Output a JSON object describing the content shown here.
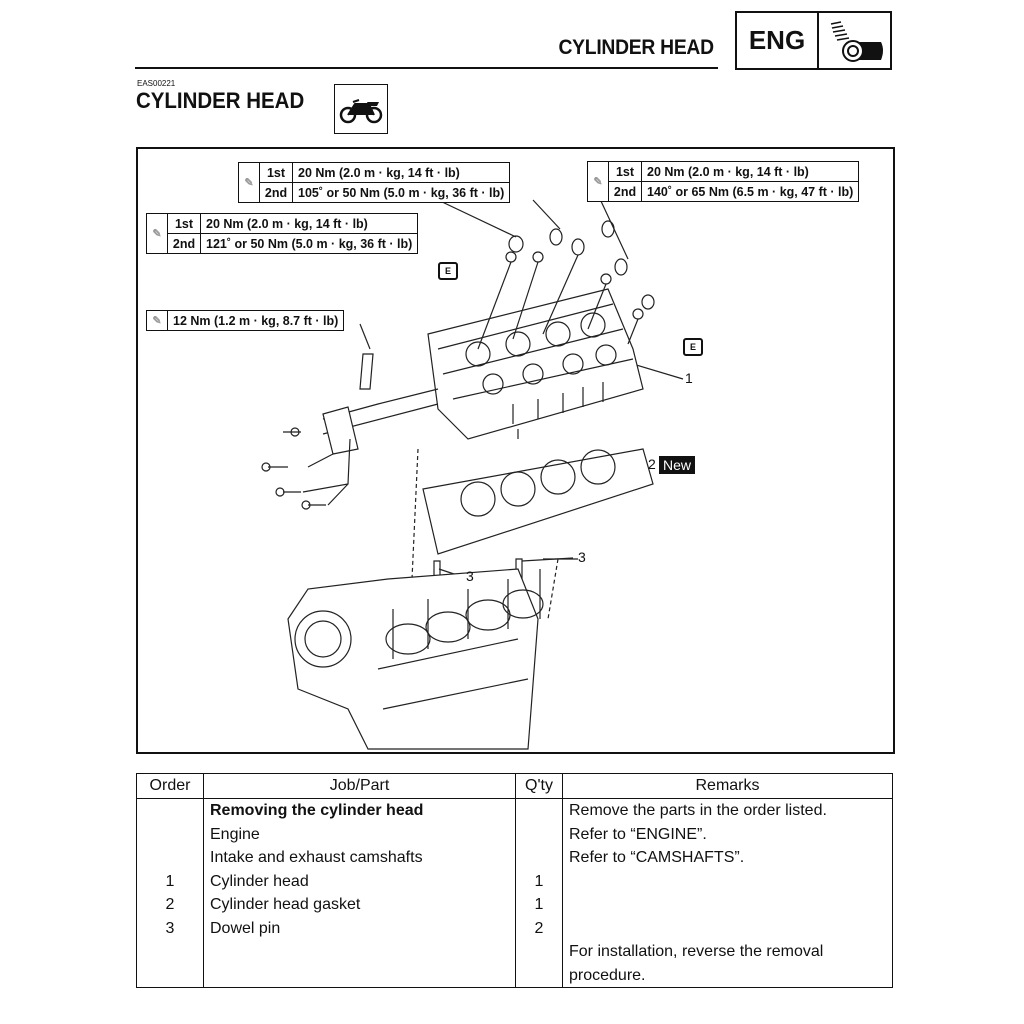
{
  "header": {
    "title": "CYLINDER HEAD",
    "section_badge": "ENG",
    "section_icon": "engine-icon"
  },
  "section": {
    "code": "EAS00221",
    "title": "CYLINDER HEAD",
    "icon": "motorcycle-icon"
  },
  "figure": {
    "torque_specs": [
      {
        "rows": [
          {
            "step": "1st",
            "value": "20 Nm (2.0 m · kg, 14 ft · lb)"
          },
          {
            "step": "2nd",
            "value": "105˚ or 50 Nm (5.0 m · kg, 36  ft · lb)"
          }
        ]
      },
      {
        "rows": [
          {
            "step": "1st",
            "value": "20 Nm (2.0 m · kg, 14 ft · lb)"
          },
          {
            "step": "2nd",
            "value": "140˚ or 65 Nm (6.5 m · kg, 47  ft · lb)"
          }
        ]
      },
      {
        "rows": [
          {
            "step": "1st",
            "value": "20 Nm (2.0 m · kg, 14 ft · lb)"
          },
          {
            "step": "2nd",
            "value": "121˚ or 50 Nm (5.0 m · kg, 36  ft · lb)"
          }
        ]
      },
      {
        "rows": [
          {
            "value": "12 Nm (1.2 m · kg, 8.7 ft · lb)"
          }
        ]
      }
    ],
    "callouts": [
      "1",
      "2",
      "3",
      "3"
    ],
    "new_badge": "New",
    "oil_mark": "E"
  },
  "table": {
    "headers": [
      "Order",
      "Job/Part",
      "Q'ty",
      "Remarks"
    ],
    "rows": [
      {
        "order": "",
        "part": "Removing the cylinder head",
        "qty": "",
        "remarks": "Remove the parts in the order listed."
      },
      {
        "order": "",
        "part": "Engine",
        "qty": "",
        "remarks": "Refer to “ENGINE”."
      },
      {
        "order": "",
        "part": "Intake and exhaust camshafts",
        "qty": "",
        "remarks": "Refer to “CAMSHAFTS”."
      },
      {
        "order": "1",
        "part": "Cylinder head",
        "qty": "1",
        "remarks": ""
      },
      {
        "order": "2",
        "part": "Cylinder head gasket",
        "qty": "1",
        "remarks": ""
      },
      {
        "order": "3",
        "part": "Dowel pin",
        "qty": "2",
        "remarks": ""
      },
      {
        "order": "",
        "part": "",
        "qty": "",
        "remarks": "For installation, reverse the removal"
      },
      {
        "order": "",
        "part": "",
        "qty": "",
        "remarks": "procedure."
      }
    ]
  }
}
